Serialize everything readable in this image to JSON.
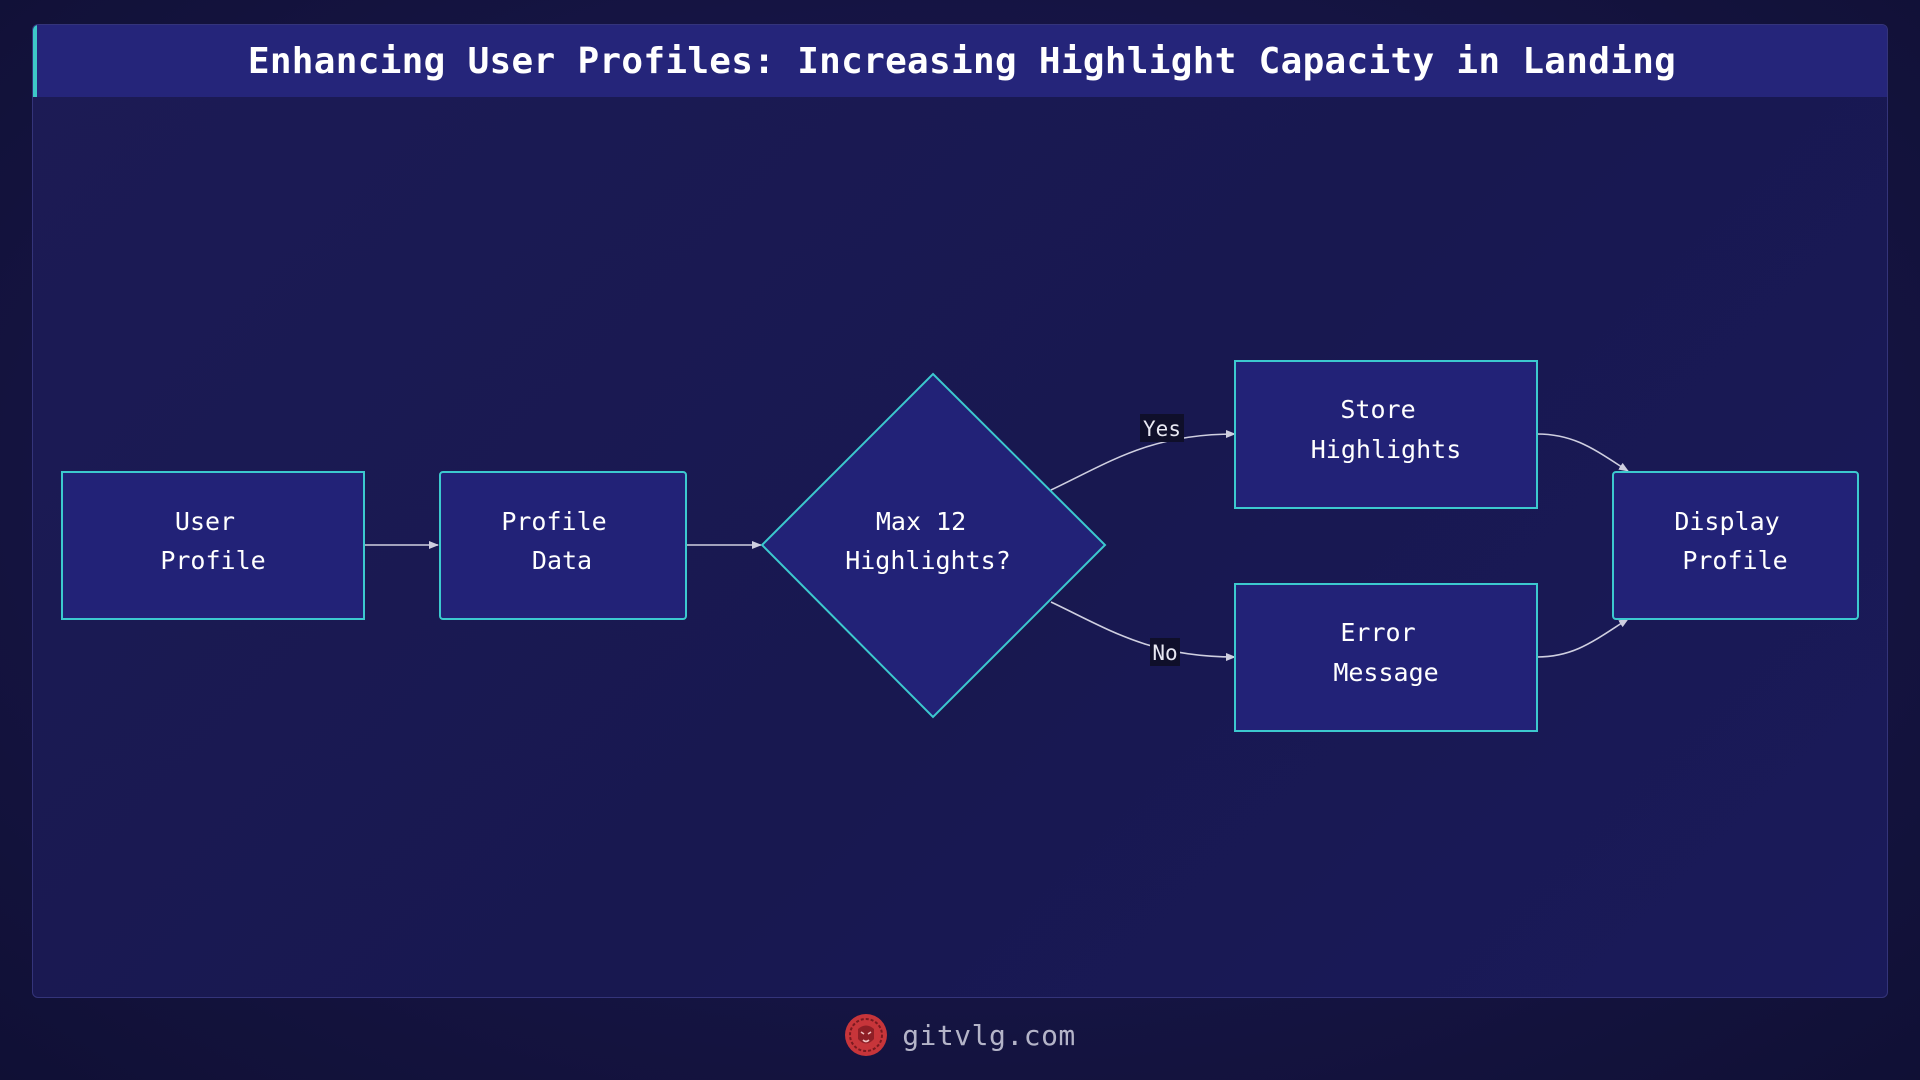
{
  "title": "Enhancing User Profiles: Increasing Highlight Capacity in Landing",
  "colors": {
    "node_fill": "#222277",
    "node_border": "#3cc9cf",
    "edge": "#cfcfe0",
    "title_bar": "#25257a",
    "accent": "#3dc8c8",
    "logo": "#c7353a"
  },
  "nodes": {
    "user_profile": {
      "line1": "User",
      "line2": "Profile"
    },
    "profile_data": {
      "line1": "Profile",
      "line2": "Data"
    },
    "decision": {
      "line1": "Max 12",
      "line2": "Highlights?"
    },
    "store_highlights": {
      "line1": "Store",
      "line2": "Highlights"
    },
    "error_message": {
      "line1": "Error",
      "line2": "Message"
    },
    "display_profile": {
      "line1": "Display",
      "line2": "Profile"
    }
  },
  "edges": {
    "yes_label": "Yes",
    "no_label": "No"
  },
  "footer": {
    "logo_icon": "lion-logo-icon",
    "site": "gitvlg.com"
  }
}
